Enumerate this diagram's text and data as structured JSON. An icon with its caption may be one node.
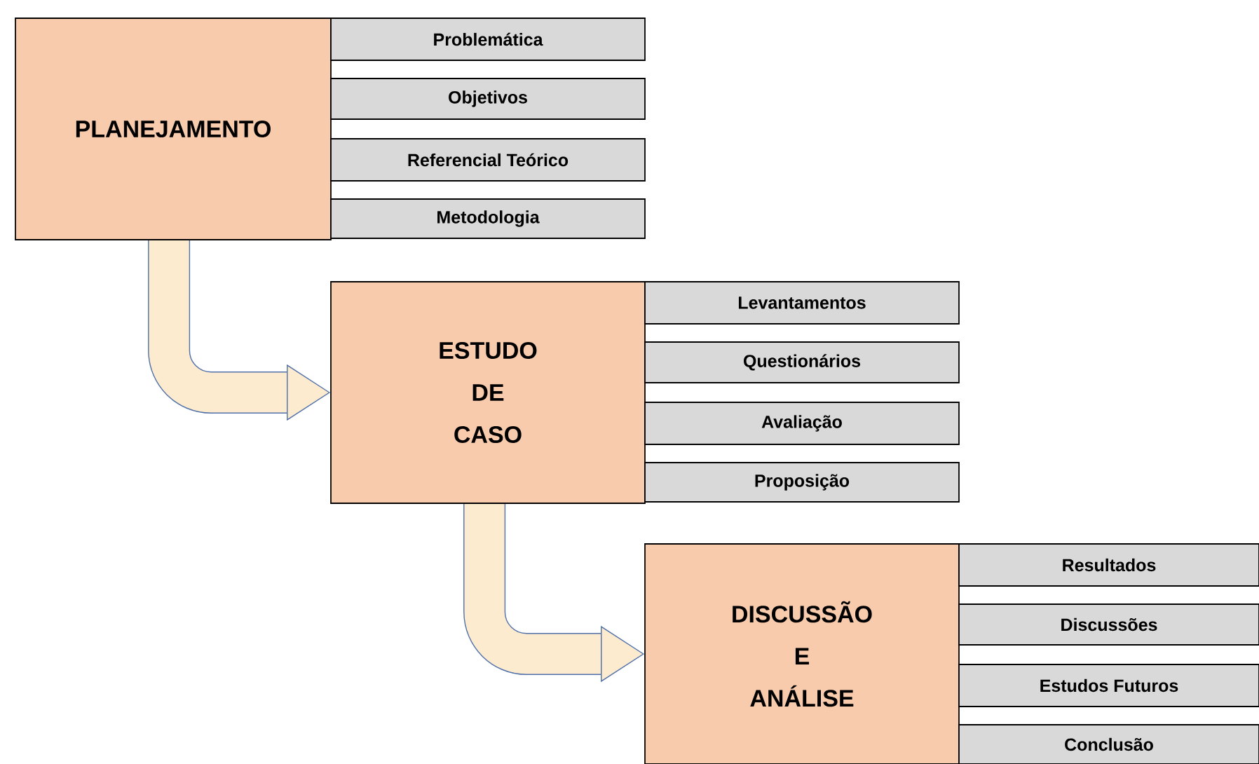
{
  "diagram": {
    "nodes": [
      {
        "text": [
          "PLANEJAMENTO"
        ]
      },
      {
        "text": [
          "Problemática"
        ]
      },
      {
        "text": [
          "Objetivos"
        ]
      },
      {
        "text": [
          "Referencial Teórico"
        ]
      },
      {
        "text": [
          "Metodologia"
        ]
      },
      {
        "text": [
          "ESTUDO DE CASO"
        ]
      },
      {
        "text": [
          "Levantamentos"
        ]
      },
      {
        "text": [
          "Questionários"
        ]
      },
      {
        "text": [
          "Avaliação"
        ]
      },
      {
        "text": [
          "Proposição"
        ]
      },
      {
        "text": [
          "DISCUSSÃO E ANÁLISE"
        ]
      },
      {
        "text": [
          "Resultados"
        ]
      },
      {
        "text": [
          "Discussões"
        ]
      },
      {
        "text": [
          "Estudos Futuros"
        ]
      },
      {
        "text": [
          "Conclusão"
        ]
      }
    ],
    "edges": [
      {
        "from": 0,
        "to": 5,
        "arrow": "to"
      },
      {
        "from": 5,
        "to": 10,
        "arrow": "to"
      }
    ]
  }
}
